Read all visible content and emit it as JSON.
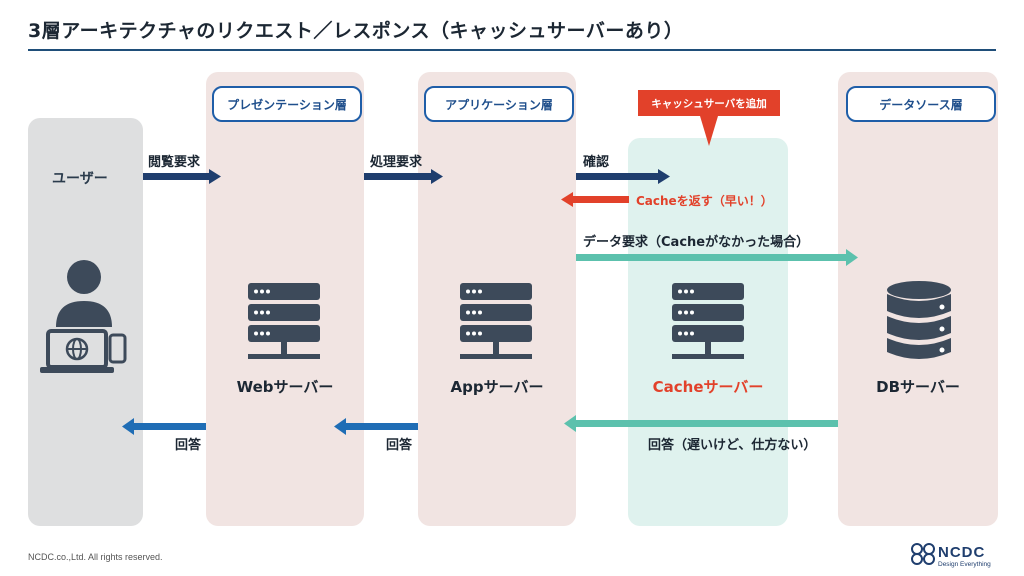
{
  "title": "3層アーキテクチャのリクエスト／レスポンス（キャッシュサーバーあり）",
  "layers": {
    "presentation": "プレゼンテーション層",
    "application": "アプリケーション層",
    "datasource": "データソース層"
  },
  "callout": "キャッシュサーバを追加",
  "user_label": "ユーザー",
  "arrows": {
    "browse_request": "閲覧要求",
    "process_request": "処理要求",
    "check": "確認",
    "cache_return": "Cacheを返す（早い！）",
    "data_request": "データ要求（Cacheがなかった場合）",
    "response_user": "回答",
    "response_web": "回答",
    "response_db": "回答（遅いけど、仕方ない）"
  },
  "servers": {
    "web": "Webサーバー",
    "app": "Appサーバー",
    "cache": "Cacheサーバー",
    "db": "DBサーバー"
  },
  "footer": "NCDC.co.,Ltd. All rights reserved.",
  "brand": {
    "name": "NCDC",
    "tagline": "Design Everything"
  },
  "colors": {
    "navy": "#1f3e6e",
    "accent_red": "#e2412a",
    "teal": "#5cc1ad",
    "blue_response": "#1f6db5",
    "column_pink": "#f1e4e2",
    "column_teal": "#dff2ee",
    "column_gray": "#dedfe0",
    "server_icon": "#3d4a5a"
  }
}
